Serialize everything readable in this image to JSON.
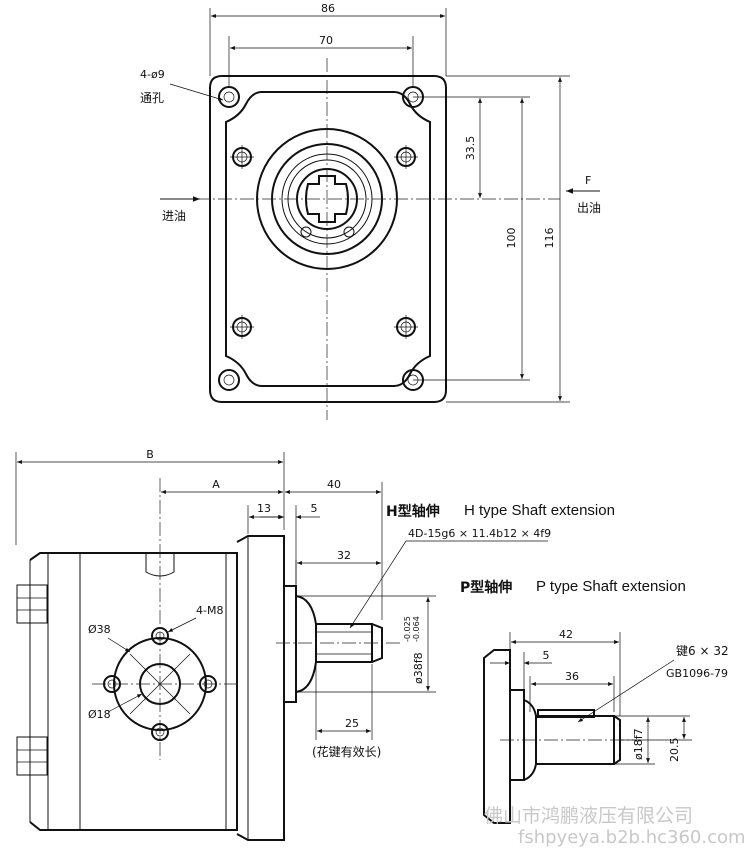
{
  "top_view": {
    "dims": {
      "width_outer": "86",
      "width_holes": "70",
      "height_upper": "33.5",
      "height_holes": "100",
      "height_outer": "116"
    },
    "holes_label": "4-ø9",
    "holes_note": "通孔",
    "inlet_label": "进油",
    "outlet_force": "F",
    "outlet_label": "出油"
  },
  "side_view": {
    "dims": {
      "total": "B",
      "to_flange": "A",
      "shaft_total": "40",
      "flange_thk": "13",
      "spigot": "5",
      "spline_len": "32",
      "spline_eff": "25"
    },
    "dia_port": "Ø38",
    "dia_bore": "Ø18",
    "thread_label": "4-M8",
    "shaft_dia": "ø38f8",
    "shaft_tol_upper": "-0.025",
    "shaft_tol_lower": "-0.064",
    "spline_note": "(花键有效长)"
  },
  "h_type": {
    "title_cn": "H型轴伸",
    "title_en": "H type Shaft extension",
    "spline_spec": "4D-15g6 × 11.4b12 × 4f9"
  },
  "p_type": {
    "title_cn": "P型轴伸",
    "title_en": "P type Shaft extension",
    "dims": {
      "total": "42",
      "spigot": "5",
      "key_len": "36",
      "shaft_dia": "ø18f7",
      "key_height": "20.5"
    },
    "key_spec": "键6 × 32",
    "key_std": "GB1096-79"
  },
  "watermark": {
    "company": "佛山市鸿鹏液压有限公司",
    "url": "fshpyeya.b2b.hc360.com"
  }
}
